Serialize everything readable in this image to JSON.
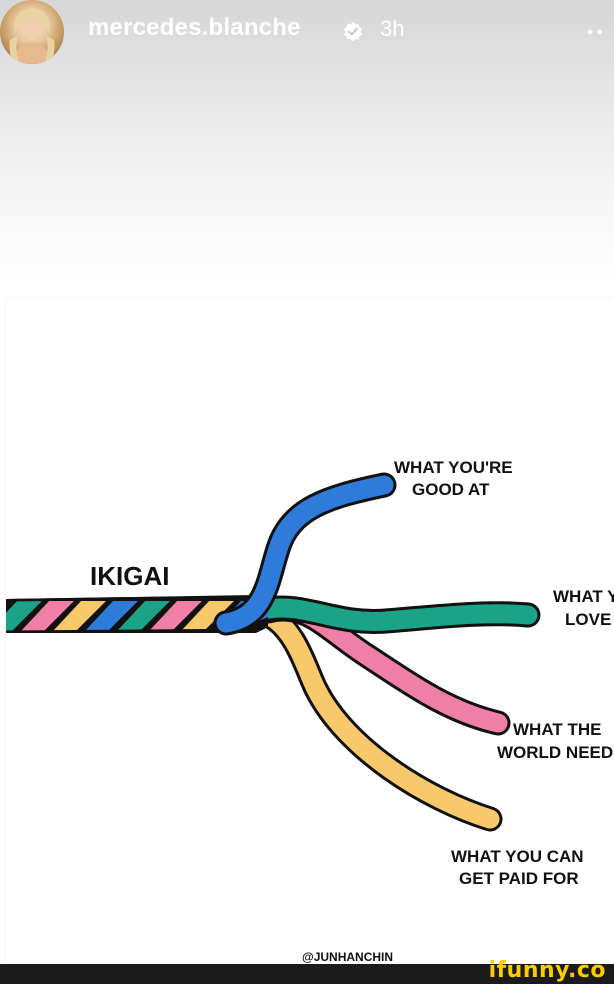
{
  "story": {
    "username": "mercedes.blanche",
    "time_ago": "3h"
  },
  "icons": {
    "avatar": "profile-photo",
    "verified": "verified-badge-icon",
    "more": "more-options-icon"
  },
  "diagram": {
    "title": "IKIGAI",
    "branches": [
      {
        "label_lines": [
          "WHAT YOU'RE",
          "GOOD AT"
        ],
        "color": "#2f7bd9"
      },
      {
        "label_lines": [
          "WHAT YOU",
          "LOVE"
        ],
        "color": "#1aa387"
      },
      {
        "label_lines": [
          "WHAT THE",
          "WORLD NEEDS"
        ],
        "color": "#f07fa8"
      },
      {
        "label_lines": [
          "WHAT YOU CAN",
          "GET PAID FOR"
        ],
        "color": "#f8c96a"
      }
    ],
    "credit": "@JUNHANCHIN"
  },
  "watermark": "ifunny.co"
}
